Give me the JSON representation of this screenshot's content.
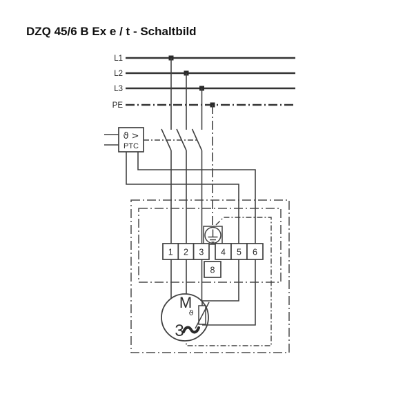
{
  "title": "DZQ 45/6 B Ex e / t - Schaltbild",
  "supply": {
    "l1": "L1",
    "l2": "L2",
    "l3": "L3",
    "pe": "PE"
  },
  "ptc_relay": {
    "temp_symbol": "ϑ >",
    "label": "PTC"
  },
  "terminal_block": {
    "t1": "1",
    "t2": "2",
    "t3": "3",
    "t4": "4",
    "t5": "5",
    "t6": "6",
    "t8": "8"
  },
  "motor": {
    "label": "M",
    "phase_number": "3",
    "wave_symbol": "~",
    "thermistor_symbol": "ϑ"
  },
  "icons": {
    "earth_ground": "⏚",
    "sine_wave": "∿",
    "thermistor": "temperature-dependent-resistor"
  },
  "colors": {
    "background": "#ffffff",
    "wire": "#414141",
    "supply_line": "#333333",
    "text": "#222222",
    "title": "#111111"
  }
}
